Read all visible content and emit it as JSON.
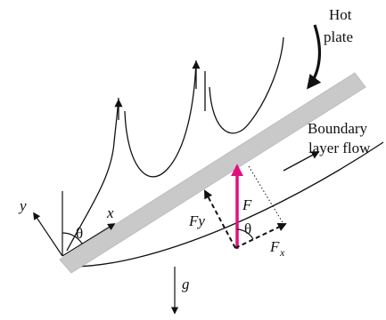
{
  "labels": {
    "hot_plate_line1": "Hot",
    "hot_plate_line2": "plate",
    "boundary_line1": "Boundary",
    "boundary_line2": "layer flow",
    "axis_y": "y",
    "axis_x": "x",
    "angle_theta_left": "θ",
    "angle_theta_right": "θ",
    "force_F": "F",
    "force_Fy": "Fy",
    "force_Fx_main": "F",
    "force_Fx_sub": "x",
    "gravity": "g"
  },
  "colors": {
    "plate_fill": "#c9c9c9",
    "force_arrow": "#e0117f",
    "line": "#111111"
  }
}
